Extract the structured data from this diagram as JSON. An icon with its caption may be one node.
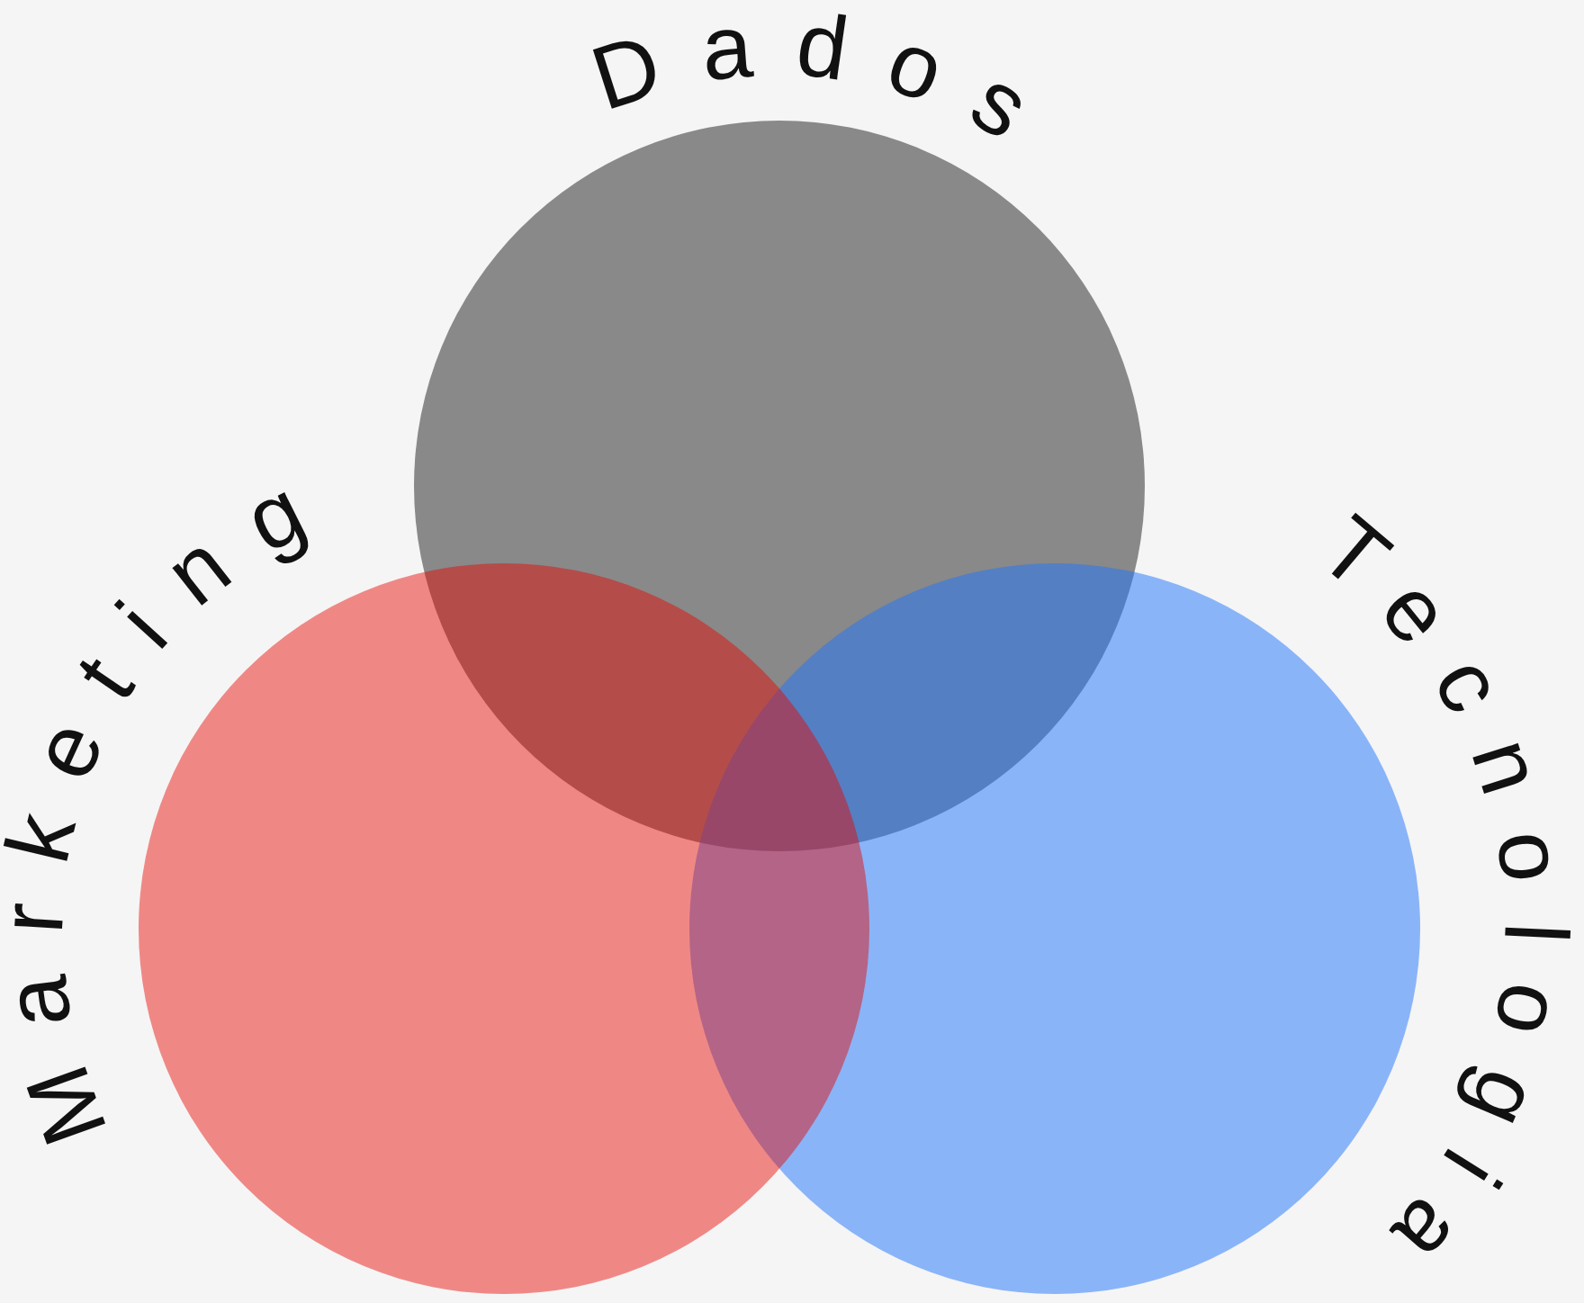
{
  "diagram": {
    "nodes": [
      {
        "text": [
          "Dados"
        ]
      },
      {
        "text": [
          "Marketing"
        ]
      },
      {
        "text": [
          "Tecnologia"
        ]
      }
    ]
  }
}
